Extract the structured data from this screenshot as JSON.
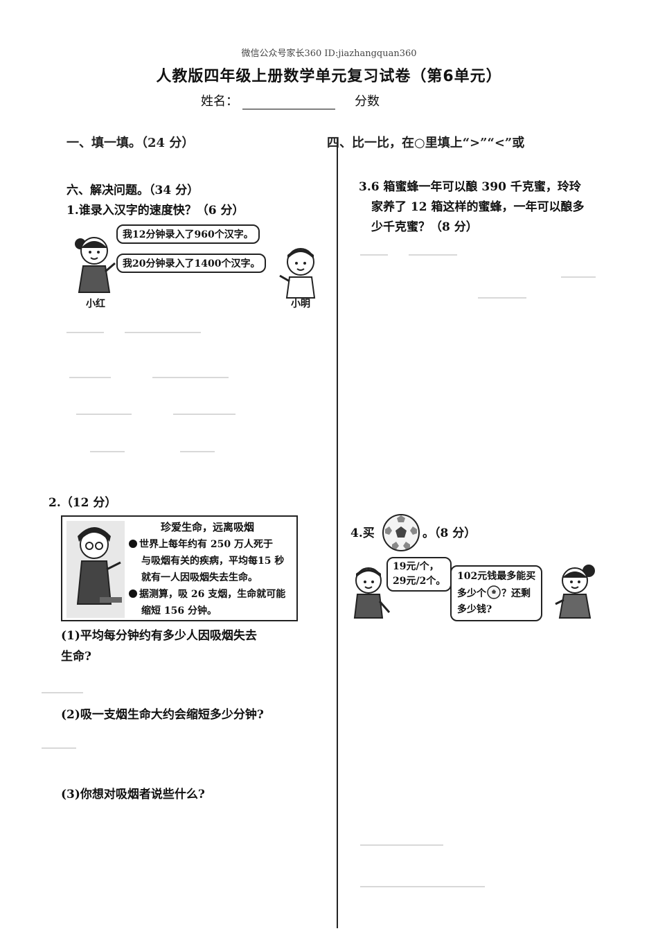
{
  "header": {
    "watermark": "微信公众号家长360 ID:jiazhangquan360",
    "title": "人教版四年级上册数学单元复习试卷（第6单元）",
    "name_label": "姓名：",
    "score_label": "分数"
  },
  "cut_headers": {
    "left": "一、填一填。（24 分）",
    "right": "四、比一比，在○里填上“>”“<”或"
  },
  "section": {
    "heading": "六、解决问题。（34 分）"
  },
  "q1": {
    "title": "1.谁录入汉字的速度快？（6 分）",
    "bubble_top": "我12分钟录入了960个汉字。",
    "bubble_bottom": "我20分钟录入了1400个汉字。",
    "girl_name": "小红",
    "boy_name": "小明"
  },
  "q2": {
    "title": "2.（12 分）",
    "notice_title": "珍爱生命，远离吸烟",
    "notice_lines": [
      "世界上每年约有 250 万人死于",
      "与吸烟有关的疾病，平均每15 秒",
      "就有一人因吸烟失去生命。",
      "据测算，吸 26 支烟，生命就可能",
      "缩短 156 分钟。"
    ],
    "sub1_line1": "(1)平均每分钟约有多少人因吸烟失去",
    "sub1_line2": "生命?",
    "sub2": "(2)吸一支烟生命大约会缩短多少分钟?",
    "sub3": "(3)你想对吸烟者说些什么?"
  },
  "q3": {
    "line1": "3.6 箱蜜蜂一年可以酿 390 千克蜜，玲玲",
    "line2": "家养了 12 箱这样的蜜蜂，一年可以酿多",
    "line3": "少千克蜜？（8 分）"
  },
  "q4": {
    "label_before": "4.买",
    "label_after": "。（8 分）",
    "price_line1": "19元/个，",
    "price_line2": "29元/2个。",
    "ask_line1": "102元钱最多能买",
    "ask_line2a": "多少个",
    "ask_line2b": "？还剩",
    "ask_line3": "多少钱?"
  }
}
